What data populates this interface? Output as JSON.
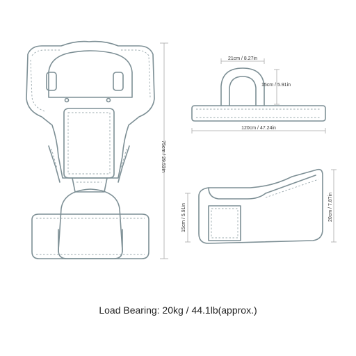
{
  "dimensions": {
    "total_height": "75cm / 29.53in",
    "seat_height": "15cm / 5.91in",
    "belt_length": "120cm / 47.24in",
    "lumbar_width": "21cm / 8.27in",
    "lumbar_height": "15cm / 5.91in",
    "hip_seat_height": "15cm / 5.91in",
    "hip_seat_depth": "20cm / 7.87in"
  },
  "caption": "Load Bearing: 20kg / 44.1lb(approx.)",
  "colors": {
    "outline": "#7d8f95",
    "dimension_line": "#a9a9a9",
    "text": "#222222"
  }
}
